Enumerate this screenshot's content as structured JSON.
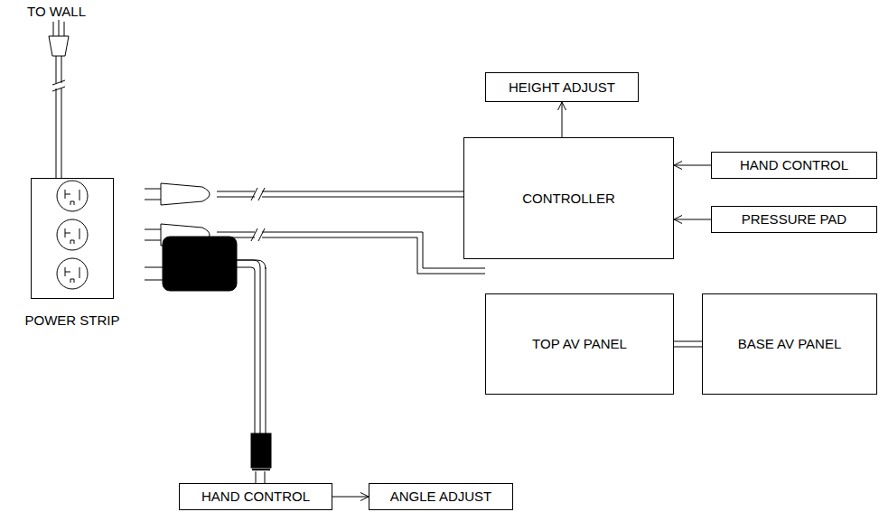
{
  "diagram": {
    "nodes": [
      {
        "text": [
          "POWER STRIP"
        ]
      },
      {
        "text": [
          "HEIGHT ADJUST"
        ]
      },
      {
        "text": [
          "CONTROLLER"
        ]
      },
      {
        "text": [
          "HAND CONTROL"
        ]
      },
      {
        "text": [
          "PRESSURE PAD"
        ]
      },
      {
        "text": [
          "TOP AV PANEL"
        ]
      },
      {
        "text": [
          "BASE AV PANEL"
        ]
      },
      {
        "text": [
          "HAND CONTROL"
        ]
      },
      {
        "text": [
          "ANGLE ADJUST"
        ]
      }
    ],
    "edges": [
      {
        "from": 2,
        "to": 1,
        "arrow": "to"
      },
      {
        "from": 3,
        "to": 2,
        "arrow": "to"
      },
      {
        "from": 4,
        "to": 2,
        "arrow": "to"
      },
      {
        "from": 5,
        "to": 6,
        "arrow": "none"
      },
      {
        "from": 7,
        "to": 8,
        "arrow": "to"
      }
    ],
    "labels": [
      "TO WALL"
    ]
  }
}
